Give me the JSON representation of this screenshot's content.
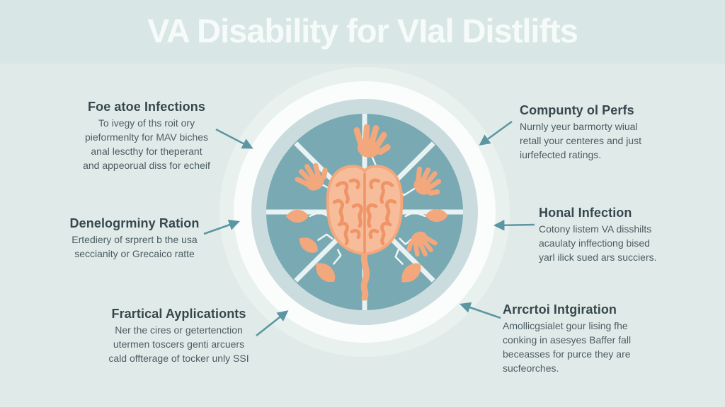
{
  "title": "VA Disability for VIal Distlifts",
  "colors": {
    "background": "#E0EBE9",
    "band": "#D8E7E5",
    "ring_white": "#FBFDFC",
    "ring_grey": "#CBDCDE",
    "circle": "#79A9B2",
    "spoke": "#E8F2F2",
    "orange": "#F2A77C",
    "brain_base": "#F7BD9A",
    "gyri": "#EF9467",
    "arrow": "#5C96A3",
    "heading": "#37474E",
    "body": "#4C5B63"
  },
  "callouts": [
    {
      "id": "top-left",
      "heading": "Foe atoe Infections",
      "body": "To ivegy of ths roit ory\npieformenlty for MAV biches\nanal lescthy for theperant\nand appeorual diss for echeif"
    },
    {
      "id": "middle-left",
      "heading": "Denelogrminy Ration",
      "body": "Ertediery of srprert b the usa\nseccianity or Grecaico ratte"
    },
    {
      "id": "bottom-left",
      "heading": "Frartical Ayplicationts",
      "body": "Ner the cires or getertenction\nutermen toscers genti arcuers\ncald offterage of tocker unly SSI"
    },
    {
      "id": "top-right",
      "heading": "Compunty ol Perfs",
      "body": "Nurnly yeur barmorty wiual\nretall your centeres and just\niurfefected ratings."
    },
    {
      "id": "middle-right",
      "heading": "Honal Infection",
      "body": "Cotony listem VA disshilts\nacaulaty inffectiong bised\nyarl ilick sued ars succiers."
    },
    {
      "id": "bottom-right",
      "heading": "Arrcrtoi Intgiration",
      "body": "Amollicgsialet gour lising fhe\nconking in asesyes Baffer fall\nbeceasses for purce they are\nsucfeorches."
    }
  ],
  "diagram": {
    "center_icon": "brain-icon",
    "satellite_icons": [
      "hand-top",
      "hand-upper-left",
      "hand-upper-right",
      "hand-lower-right",
      "leaf-left",
      "leaf-right",
      "leaf-lower-left",
      "leaf-bottom-left",
      "leaf-bottom-right"
    ],
    "spokes": 8
  }
}
